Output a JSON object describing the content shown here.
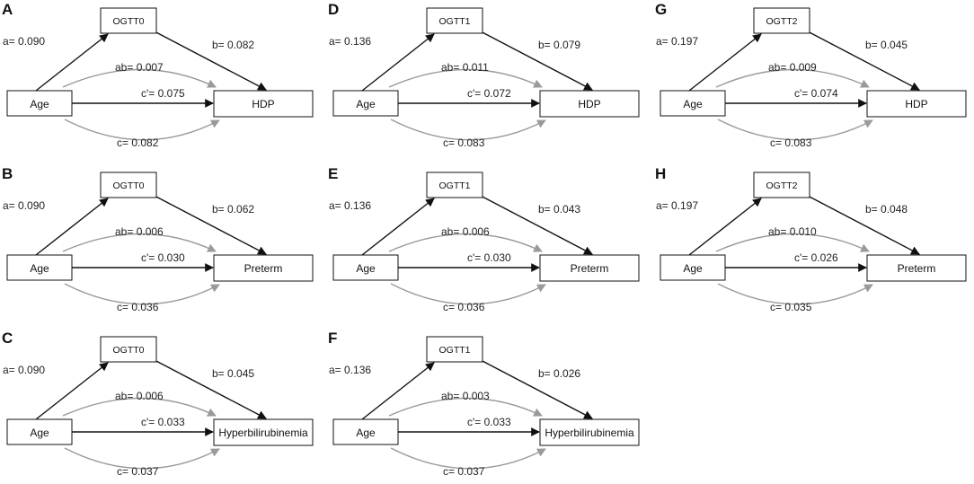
{
  "panels": [
    {
      "letter": "A",
      "mediator": "OGTT0",
      "outcome": "HDP",
      "exposure": "Age",
      "a": "a= 0.090",
      "b": "b= 0.082",
      "ab": "ab= 0.007",
      "cprime": "c'= 0.075",
      "c": "c= 0.082"
    },
    {
      "letter": "B",
      "mediator": "OGTT0",
      "outcome": "Preterm",
      "exposure": "Age",
      "a": "a= 0.090",
      "b": "b= 0.062",
      "ab": "ab= 0.006",
      "cprime": "c'= 0.030",
      "c": "c= 0.036"
    },
    {
      "letter": "C",
      "mediator": "OGTT0",
      "outcome": "Hyperbilirubinemia",
      "exposure": "Age",
      "a": "a= 0.090",
      "b": "b= 0.045",
      "ab": "ab= 0.006",
      "cprime": "c'= 0.033",
      "c": "c= 0.037"
    },
    {
      "letter": "D",
      "mediator": "OGTT1",
      "outcome": "HDP",
      "exposure": "Age",
      "a": "a= 0.136",
      "b": "b= 0.079",
      "ab": "ab= 0.011",
      "cprime": "c'= 0.072",
      "c": "c= 0.083"
    },
    {
      "letter": "E",
      "mediator": "OGTT1",
      "outcome": "Preterm",
      "exposure": "Age",
      "a": "a= 0.136",
      "b": "b= 0.043",
      "ab": "ab= 0.006",
      "cprime": "c'= 0.030",
      "c": "c= 0.036"
    },
    {
      "letter": "F",
      "mediator": "OGTT1",
      "outcome": "Hyperbilirubinemia",
      "exposure": "Age",
      "a": "a= 0.136",
      "b": "b= 0.026",
      "ab": "ab= 0.003",
      "cprime": "c'= 0.033",
      "c": "c= 0.037"
    },
    {
      "letter": "G",
      "mediator": "OGTT2",
      "outcome": "HDP",
      "exposure": "Age",
      "a": "a= 0.197",
      "b": "b= 0.045",
      "ab": "ab= 0.009",
      "cprime": "c'= 0.074",
      "c": "c= 0.083"
    },
    {
      "letter": "H",
      "mediator": "OGTT2",
      "outcome": "Preterm",
      "exposure": "Age",
      "a": "a= 0.197",
      "b": "b= 0.048",
      "ab": "ab= 0.010",
      "cprime": "c'= 0.026",
      "c": "c= 0.035"
    }
  ],
  "colors": {
    "direct_path": "#111111",
    "curved_path": "#9a9a9a",
    "box_border": "#111111"
  }
}
